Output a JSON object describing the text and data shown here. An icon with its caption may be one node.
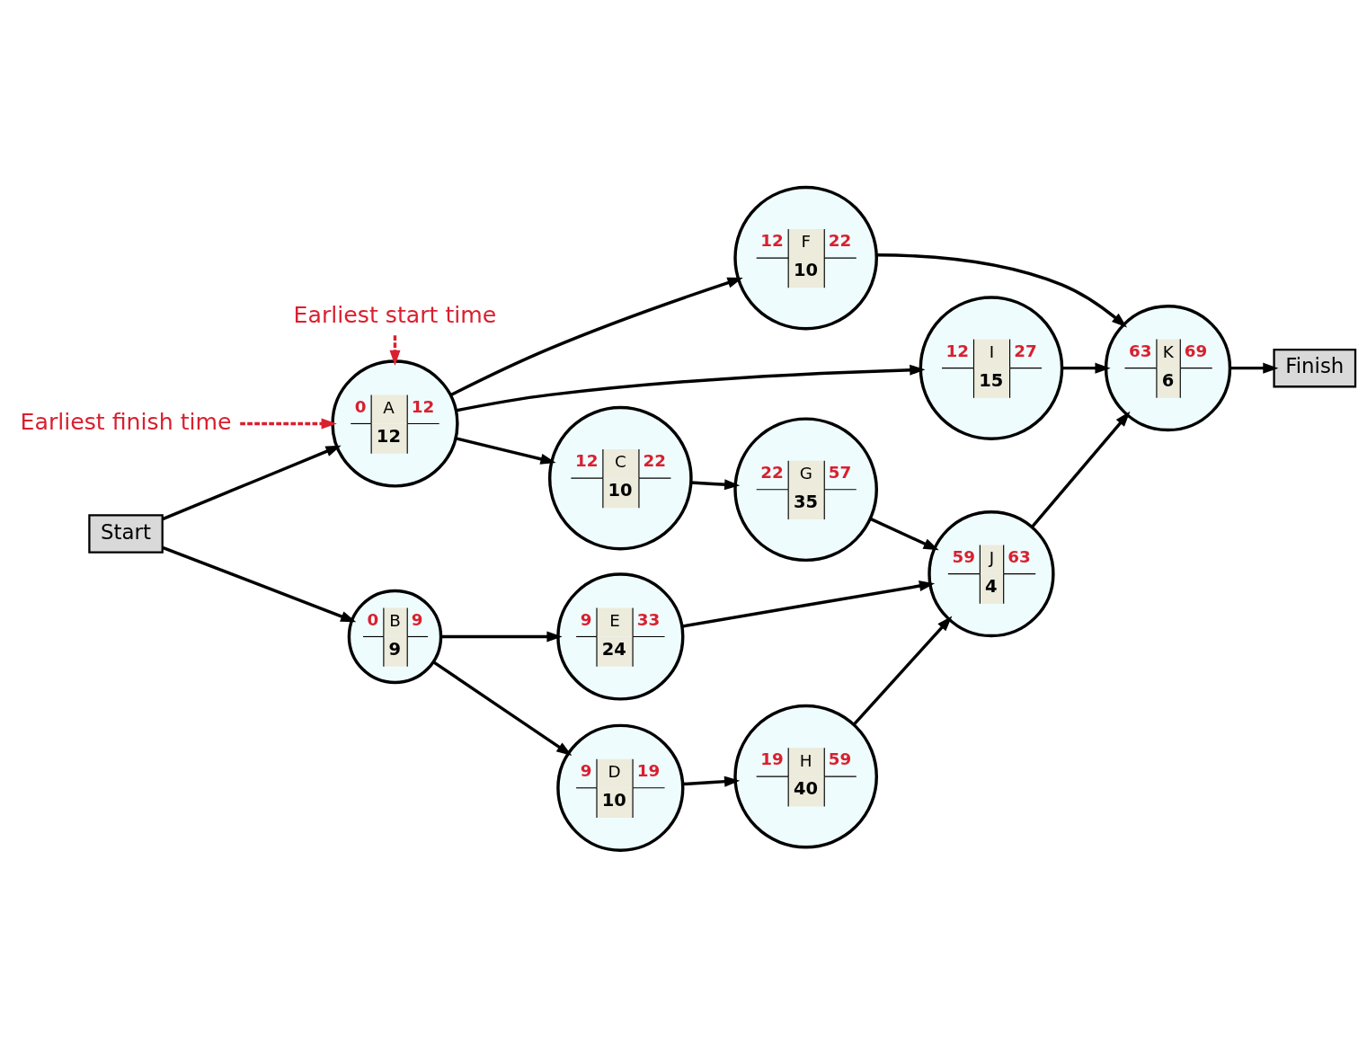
{
  "diagram": {
    "nodes": [
      {
        "text": [
          "Start"
        ]
      },
      {
        "text": [
          "0",
          "A",
          "12",
          "12"
        ]
      },
      {
        "text": [
          "12",
          "I",
          "27",
          "15"
        ]
      },
      {
        "text": [
          "12",
          "F",
          "22",
          "10"
        ]
      },
      {
        "text": [
          "12",
          "C",
          "22",
          "10"
        ]
      },
      {
        "text": [
          "22",
          "G",
          "57",
          "35"
        ]
      },
      {
        "text": [
          "0",
          "B",
          "9",
          "9"
        ]
      },
      {
        "text": [
          "9",
          "D",
          "19",
          "10"
        ]
      },
      {
        "text": [
          "19",
          "H",
          "59",
          "40"
        ]
      },
      {
        "text": [
          "9",
          "E",
          "33",
          "24"
        ]
      },
      {
        "text": [
          "63",
          "K",
          "69",
          "6"
        ]
      },
      {
        "text": [
          "59",
          "J",
          "63",
          "4"
        ]
      },
      {
        "text": [
          "Finish"
        ]
      },
      {
        "text": [
          "Earliest start time"
        ]
      },
      {
        "text": [
          "Earliest finish time"
        ]
      }
    ],
    "edges": [
      {
        "from": 0,
        "to": 1,
        "arrow": "to"
      },
      {
        "from": 0,
        "to": 6,
        "arrow": "to"
      },
      {
        "from": 1,
        "to": 2,
        "arrow": "to"
      },
      {
        "from": 1,
        "to": 3,
        "arrow": "to"
      },
      {
        "from": 1,
        "to": 4,
        "arrow": "to"
      },
      {
        "from": 2,
        "to": 10,
        "arrow": "to"
      },
      {
        "from": 3,
        "to": 10,
        "arrow": "to"
      },
      {
        "from": 4,
        "to": 5,
        "arrow": "to"
      },
      {
        "from": 5,
        "to": 11,
        "arrow": "to"
      },
      {
        "from": 6,
        "to": 7,
        "arrow": "to"
      },
      {
        "from": 6,
        "to": 9,
        "arrow": "to"
      },
      {
        "from": 7,
        "to": 8,
        "arrow": "to"
      },
      {
        "from": 8,
        "to": 11,
        "arrow": "to"
      },
      {
        "from": 9,
        "to": 11,
        "arrow": "to"
      },
      {
        "from": 11,
        "to": 10,
        "arrow": "to"
      },
      {
        "from": 10,
        "to": 12,
        "arrow": "to"
      },
      {
        "from": 13,
        "to": 1,
        "arrow": "to",
        "style": "dashed",
        "color": "#d9202f"
      },
      {
        "from": 14,
        "to": 1,
        "arrow": "to",
        "style": "dashed",
        "color": "#d9202f"
      }
    ]
  }
}
